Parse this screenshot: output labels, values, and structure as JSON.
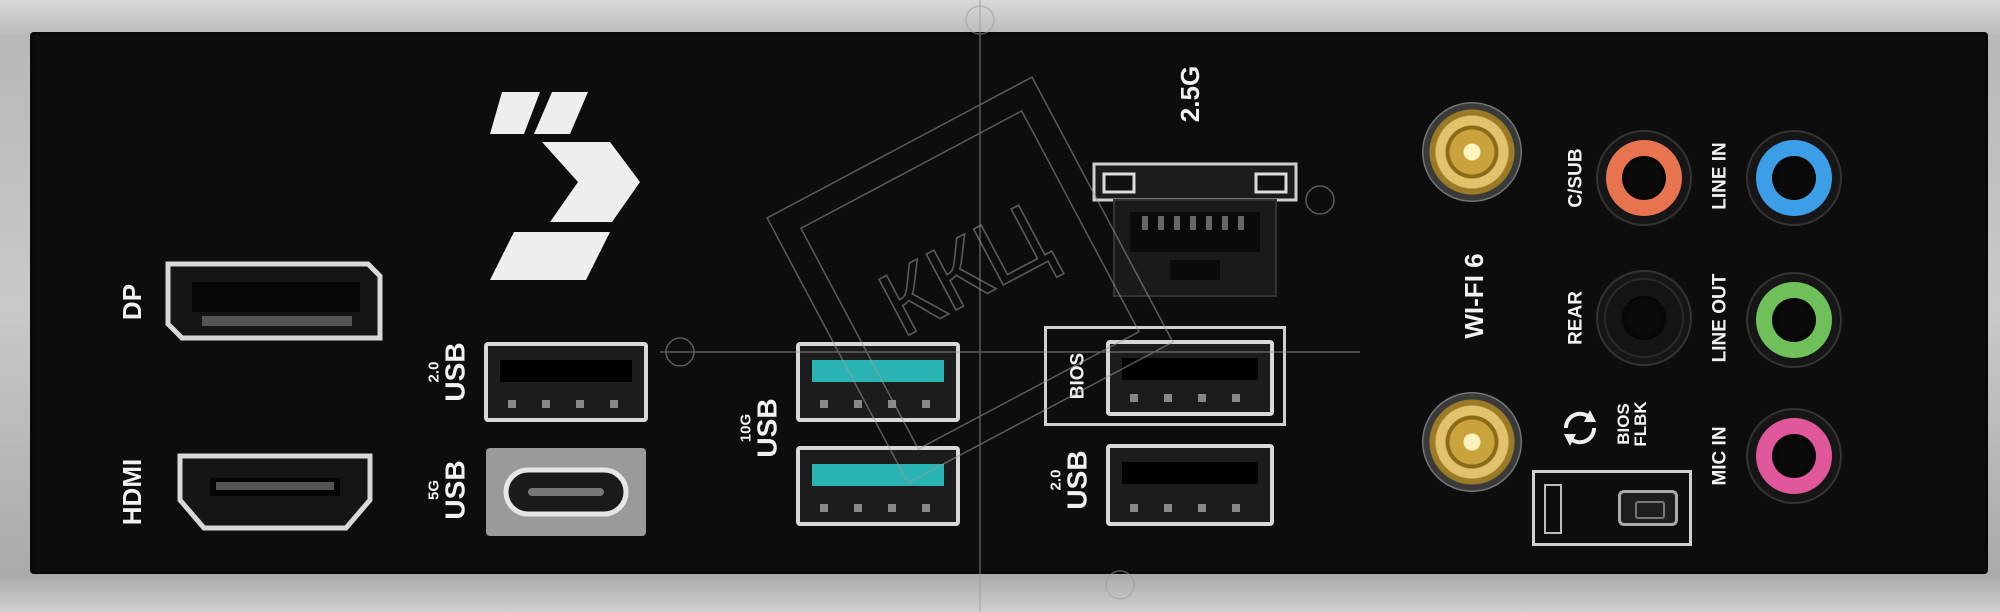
{
  "labels": {
    "dp": "DP",
    "hdmi": "HDMI",
    "usb20_a_top": "2.0",
    "usb20_a_bottom": "USB",
    "usb5g_top": "5G",
    "usb5g_bottom": "USB",
    "usb10g_top": "10G",
    "usb10g_bottom": "USB",
    "lan": "2.5G",
    "bios": "BIOS",
    "usb20_b_top": "2.0",
    "usb20_b_bottom": "USB",
    "wifi": "WI-FI 6",
    "csub": "C/SUB",
    "rear": "REAR",
    "bios_flbk_1": "BIOS",
    "bios_flbk_2": "FLBK",
    "line_in": "LINE IN",
    "line_out": "LINE OUT",
    "mic_in": "MIC IN"
  },
  "watermark": "ККЦ",
  "colors": {
    "jack_csub": "#e8734f",
    "jack_rear": "#111111",
    "jack_line_in": "#3d9ee8",
    "jack_line_out": "#6fbf5a",
    "jack_mic_in": "#e0589b",
    "usb10g_tongue": "#2ab3b3"
  }
}
